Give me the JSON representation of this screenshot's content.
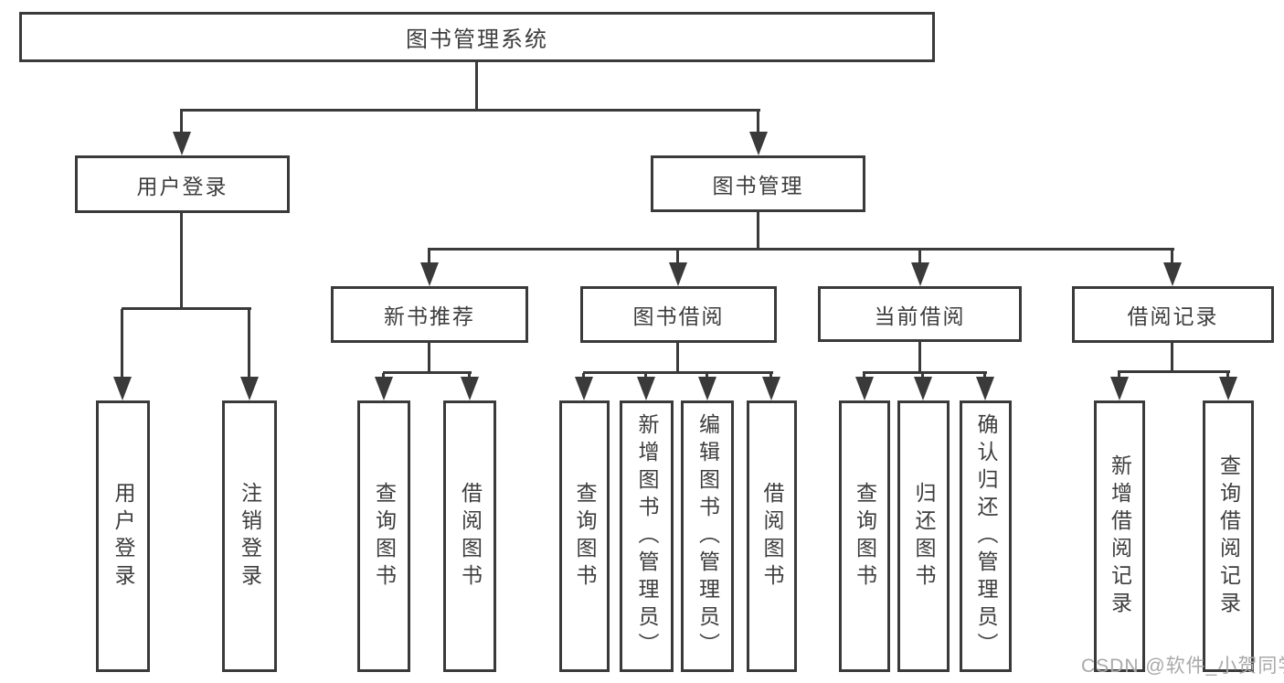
{
  "tree": {
    "root": {
      "label": "图书管理系统",
      "children": [
        {
          "label": "用户登录",
          "children": [
            {
              "label": "用户登录"
            },
            {
              "label": "注销登录"
            }
          ]
        },
        {
          "label": "图书管理",
          "children": [
            {
              "label": "新书推荐",
              "children": [
                {
                  "label": "查询图书"
                },
                {
                  "label": "借阅图书"
                }
              ]
            },
            {
              "label": "图书借阅",
              "children": [
                {
                  "label": "查询图书"
                },
                {
                  "label": "新增图书（管理员）"
                },
                {
                  "label": "编辑图书（管理员）"
                },
                {
                  "label": "借阅图书"
                }
              ]
            },
            {
              "label": "当前借阅",
              "children": [
                {
                  "label": "查询图书"
                },
                {
                  "label": "归还图书"
                },
                {
                  "label": "确认归还（管理员）"
                }
              ]
            },
            {
              "label": "借阅记录",
              "children": [
                {
                  "label": "新增借阅记录"
                },
                {
                  "label": "查询借阅记录"
                }
              ]
            }
          ]
        }
      ]
    }
  },
  "watermark": {
    "text": "CSDN @软件_小贺同学"
  },
  "colors": {
    "line": "#3a3a3a",
    "text": "#3d3d3d",
    "watermark": "#a9a9a9",
    "background": "#ffffff"
  }
}
